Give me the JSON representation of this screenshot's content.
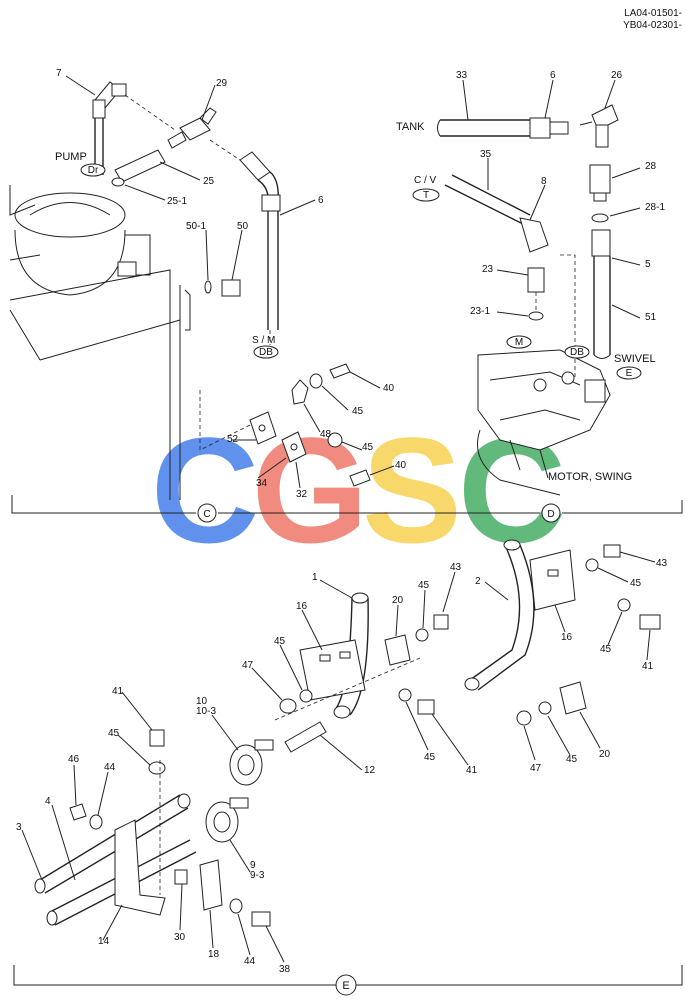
{
  "header": {
    "codes": [
      "LA04-01501-",
      "YB04-02301-"
    ]
  },
  "watermark": {
    "letters": [
      "C",
      "G",
      "S",
      "C"
    ],
    "colors": [
      "#4f86ec",
      "#f07f72",
      "#f8d35c",
      "#52b26e"
    ]
  },
  "section_markers": {
    "c": "C",
    "d": "D",
    "e": "E"
  },
  "labels": {
    "pump": "PUMP",
    "dr": "Dr",
    "sm": "S / M",
    "db1": "DB",
    "tank": "TANK",
    "cv": "C / V",
    "t": "T",
    "m": "M",
    "db2": "DB",
    "swivel": "SWIVEL",
    "e": "E",
    "motor_swing": "MOTOR, SWING"
  },
  "part_numbers": {
    "p7": "7",
    "p29": "29",
    "p25": "25",
    "p25_1": "25-1",
    "p6a": "6",
    "p50_1": "50-1",
    "p50": "50",
    "p33": "33",
    "p6b": "6",
    "p26": "26",
    "p35": "35",
    "p8": "8",
    "p28": "28",
    "p28_1": "28-1",
    "p23": "23",
    "p5": "5",
    "p23_1": "23-1",
    "p51": "51",
    "p40a": "40",
    "p45a": "45",
    "p48": "48",
    "p52": "52",
    "p34": "34",
    "p32": "32",
    "p45b": "45",
    "p40b": "40",
    "p1": "1",
    "p16a": "16",
    "p20a": "20",
    "p45c": "45",
    "p43a": "43",
    "p2": "2",
    "p43b": "43",
    "p45d": "45",
    "p16b": "16",
    "p45e": "45",
    "p41a": "41",
    "p45f": "45",
    "p47a": "47",
    "p10": "10",
    "p10_3": "10-3",
    "p12": "12",
    "p45g": "45",
    "p41b": "41",
    "p47b": "47",
    "p45h": "45",
    "p20b": "20",
    "p41c": "41",
    "p45i": "45",
    "p46": "46",
    "p44a": "44",
    "p4": "4",
    "p3": "3",
    "p9": "9",
    "p9_3": "9-3",
    "p14": "14",
    "p30": "30",
    "p18": "18",
    "p44b": "44",
    "p38": "38"
  }
}
